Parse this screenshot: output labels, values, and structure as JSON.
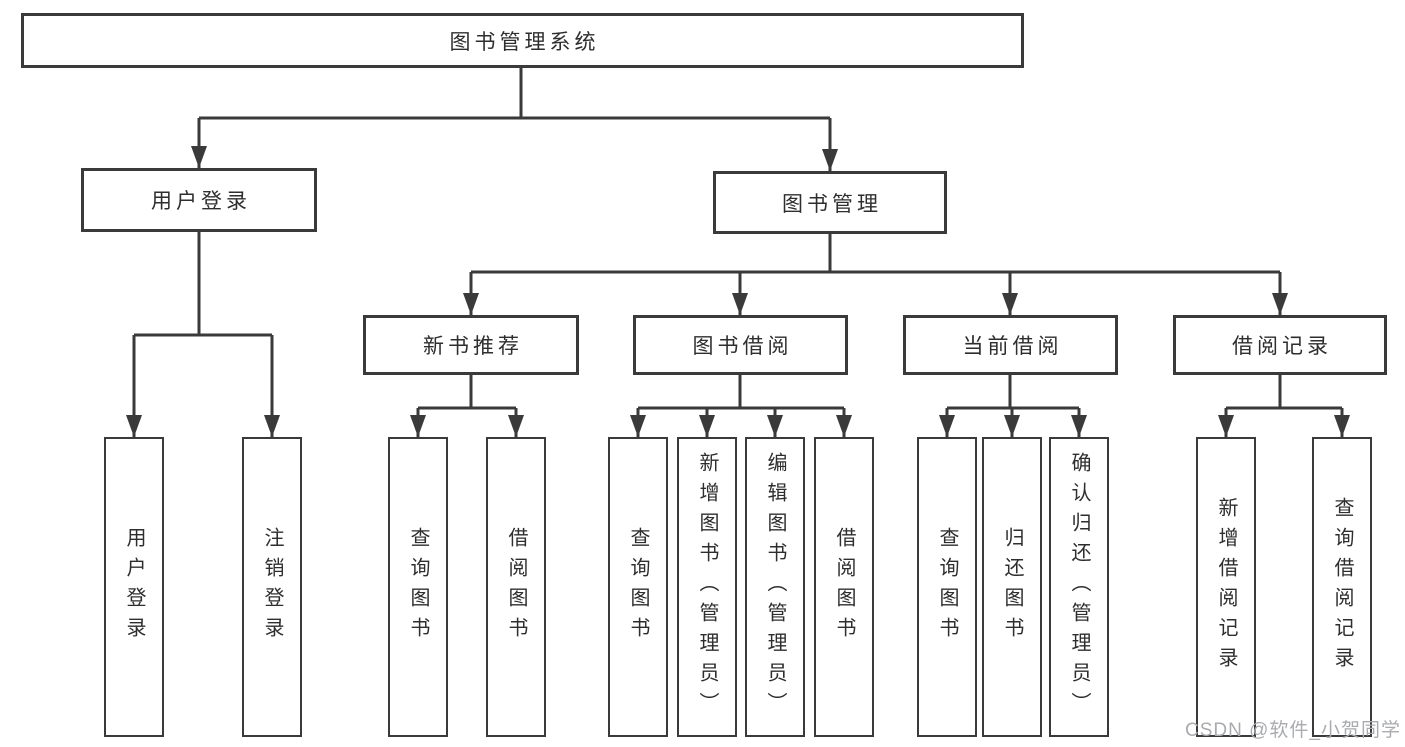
{
  "tree": {
    "root": {
      "label": "图书管理系统",
      "children": [
        {
          "label": "用户登录",
          "children": [
            {
              "label": "用户登录"
            },
            {
              "label": "注销登录"
            }
          ]
        },
        {
          "label": "图书管理",
          "children": [
            {
              "label": "新书推荐",
              "children": [
                {
                  "label": "查询图书"
                },
                {
                  "label": "借阅图书"
                }
              ]
            },
            {
              "label": "图书借阅",
              "children": [
                {
                  "label": "查询图书"
                },
                {
                  "label": "新增图书（管理员）"
                },
                {
                  "label": "编辑图书（管理员）"
                },
                {
                  "label": "借阅图书"
                }
              ]
            },
            {
              "label": "当前借阅",
              "children": [
                {
                  "label": "查询图书"
                },
                {
                  "label": "归还图书"
                },
                {
                  "label": "确认归还（管理员）"
                }
              ]
            },
            {
              "label": "借阅记录",
              "children": [
                {
                  "label": "新增借阅记录"
                },
                {
                  "label": "查询借阅记录"
                }
              ]
            }
          ]
        }
      ]
    }
  },
  "watermark": "CSDN @软件_小贺同学",
  "colors": {
    "line": "#3a3a3a",
    "text": "#2e2e2e",
    "watermark": "#a9abae",
    "background": "#ffffff"
  }
}
